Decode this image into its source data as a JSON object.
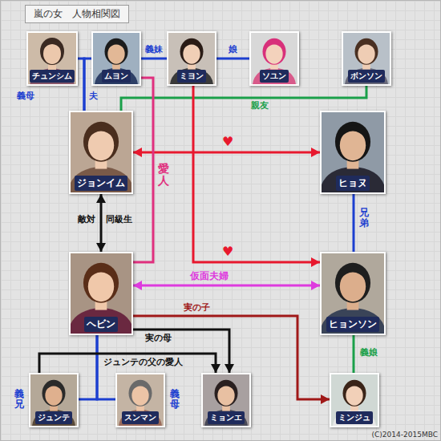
{
  "diagram": {
    "title": "嵐の女　人物相関図",
    "nodes": [
      {
        "text": [
          "チュンシム"
        ]
      },
      {
        "text": [
          "ムヨン"
        ]
      },
      {
        "text": [
          "ミヨン"
        ]
      },
      {
        "text": [
          "ソユン"
        ]
      },
      {
        "text": [
          "ボンソン"
        ]
      },
      {
        "text": [
          "ジョンイム"
        ]
      },
      {
        "text": [
          "ヒョヌ"
        ]
      },
      {
        "text": [
          "ヘビン"
        ]
      },
      {
        "text": [
          "ヒョンソン"
        ]
      },
      {
        "text": [
          "ジュンテ"
        ]
      },
      {
        "text": [
          "スンマン"
        ]
      },
      {
        "text": [
          "ミョンエ"
        ]
      },
      {
        "text": [
          "ミンジュ"
        ]
      }
    ],
    "edges": [
      {
        "from": 0,
        "to": 5,
        "label": "義母",
        "arrow": "none"
      },
      {
        "from": 1,
        "to": 5,
        "label": "夫",
        "arrow": "none"
      },
      {
        "from": 1,
        "to": 2,
        "label": "義妹",
        "arrow": "none"
      },
      {
        "from": 2,
        "to": 3,
        "label": "娘",
        "arrow": "none"
      },
      {
        "from": 4,
        "to": 5,
        "label": "親友",
        "arrow": "none"
      },
      {
        "from": 5,
        "to": 6,
        "label": "♥",
        "arrow": "both"
      },
      {
        "from": 2,
        "to": 8,
        "label": "♥",
        "arrow": "to"
      },
      {
        "from": 5,
        "to": 7,
        "label": "敵対",
        "arrow": "both"
      },
      {
        "from": 1,
        "to": 7,
        "label": "愛人",
        "arrow": "none"
      },
      {
        "from": 7,
        "to": 8,
        "label": "仮面夫婦",
        "arrow": "both"
      },
      {
        "from": 6,
        "to": 8,
        "label": "兄弟",
        "arrow": "none"
      },
      {
        "from": 7,
        "to": 12,
        "label": "実の子",
        "arrow": "to"
      },
      {
        "from": 7,
        "to": 9,
        "label": "義兄",
        "arrow": "none"
      },
      {
        "from": 7,
        "to": 10,
        "label": "義母",
        "arrow": "none"
      },
      {
        "from": 8,
        "to": 12,
        "label": "義娘",
        "arrow": "none"
      },
      {
        "from": 7,
        "to": 11,
        "label": "実の母",
        "arrow": "to"
      },
      {
        "from": 9,
        "to": 11,
        "label": "ジュンテの父の愛人",
        "arrow": "to"
      }
    ],
    "labels": [
      "同級生",
      "(C)2014-2015MBC"
    ]
  }
}
